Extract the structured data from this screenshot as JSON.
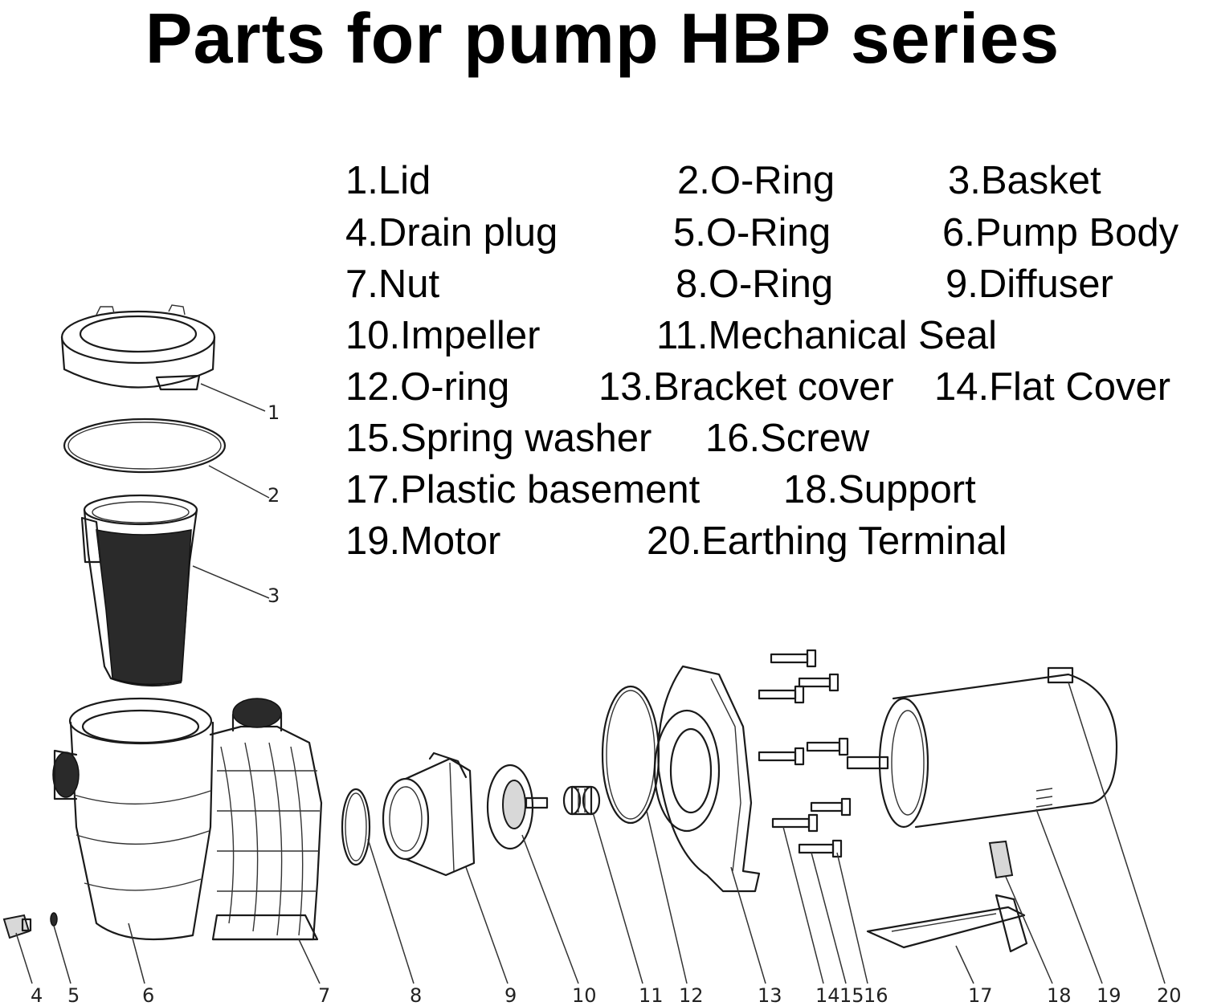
{
  "title": "Parts for pump HBP series",
  "legend": [
    {
      "id": 1,
      "text": "1.Lid"
    },
    {
      "id": 2,
      "text": "2.O-Ring"
    },
    {
      "id": 3,
      "text": "3.Basket"
    },
    {
      "id": 4,
      "text": "4.Drain plug"
    },
    {
      "id": 5,
      "text": "5.O-Ring"
    },
    {
      "id": 6,
      "text": "6.Pump Body"
    },
    {
      "id": 7,
      "text": "7.Nut"
    },
    {
      "id": 8,
      "text": "8.O-Ring"
    },
    {
      "id": 9,
      "text": "9.Diffuser"
    },
    {
      "id": 10,
      "text": "10.Impeller"
    },
    {
      "id": 11,
      "text": "11.Mechanical Seal"
    },
    {
      "id": 12,
      "text": "12.O-ring"
    },
    {
      "id": 13,
      "text": "13.Bracket cover"
    },
    {
      "id": 14,
      "text": "14.Flat Cover"
    },
    {
      "id": 15,
      "text": "15.Spring washer"
    },
    {
      "id": 16,
      "text": "16.Screw"
    },
    {
      "id": 17,
      "text": "17.Plastic basement"
    },
    {
      "id": 18,
      "text": "18.Support"
    },
    {
      "id": 19,
      "text": "19.Motor"
    },
    {
      "id": 20,
      "text": "20.Earthing Terminal"
    }
  ],
  "callouts": [
    "1",
    "2",
    "3",
    "4",
    "5",
    "6",
    "7",
    "8",
    "9",
    "10",
    "11",
    "12",
    "13",
    "14",
    "15",
    "16",
    "17",
    "18",
    "19",
    "20"
  ]
}
